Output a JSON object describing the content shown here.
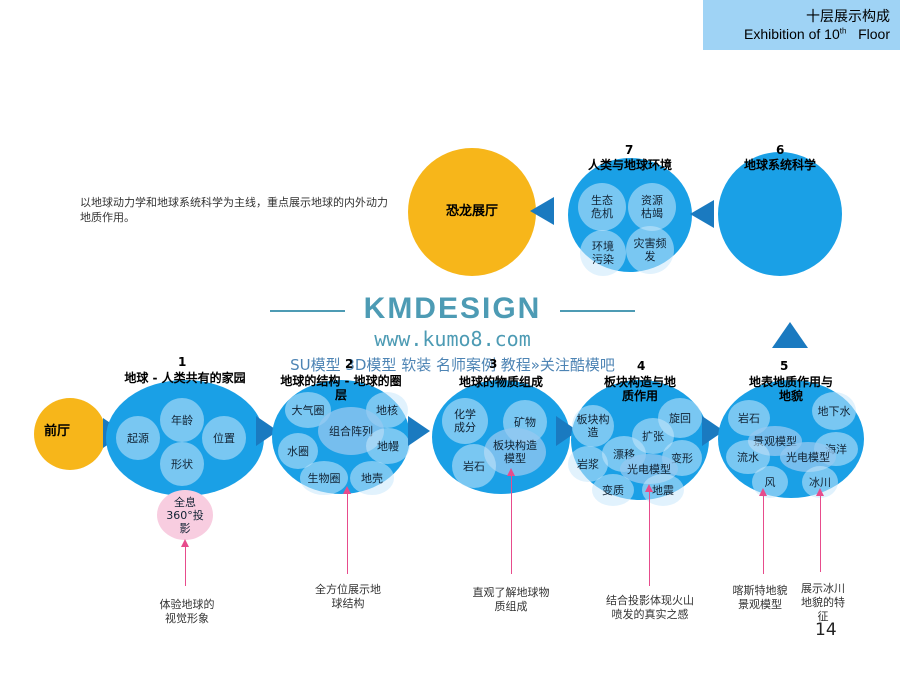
{
  "header": {
    "title_cn": "十层展示构成",
    "title_en_pre": "Exhibition of 10",
    "title_en_sup": "th",
    "title_en_post": "Floor"
  },
  "intro": "以地球动力学和地球系统科学为主线，重点展示地球的内外动力地质作用。",
  "top_row": {
    "dinosaur": "恐龙展厅",
    "n7": "7",
    "t7": "人类与地球环境",
    "b7": [
      "生态危机",
      "资源枯竭",
      "环境污染",
      "灾害频发"
    ],
    "n6": "6",
    "t6": "地球系统科学"
  },
  "watermark": {
    "line1": "KMDESIGN",
    "line2": "www.kumo8.com",
    "line3": "SU模型 3D模型 软装 名师案例 教程»关注酷模吧"
  },
  "lobby": "前厅",
  "stations": [
    {
      "num": "1",
      "title": "地球 - 人类共有的家园",
      "items": [
        "年龄",
        "起源",
        "位置",
        "形状"
      ],
      "extra": "全息360°投影",
      "note": "体验地球的视觉形象"
    },
    {
      "num": "2",
      "title": "地球的结构 - 地球的圈层",
      "items": [
        "大气圈",
        "地核",
        "组合阵列",
        "水圈",
        "地幔",
        "生物圈",
        "地壳"
      ],
      "note": "全方位展示地球结构"
    },
    {
      "num": "3",
      "title": "地球的物质组成",
      "items": [
        "化学成分",
        "矿物",
        "板块构造模型",
        "岩石"
      ],
      "note": "直观了解地球物质组成"
    },
    {
      "num": "4",
      "title": "板块构造与地质作用",
      "items": [
        "板块构造",
        "旋回",
        "扩张",
        "漂移",
        "岩浆",
        "变形",
        "光电模型",
        "变质",
        "地震"
      ],
      "note": "结合投影体现火山喷发的真实之感"
    },
    {
      "num": "5",
      "title": "地表地质作用与地貌",
      "items": [
        "岩石",
        "地下水",
        "景观模型",
        "流水",
        "海洋",
        "光电模型",
        "风",
        "冰川"
      ],
      "note1": "喀斯特地貌景观模型",
      "note2": "展示冰川地貌的特征"
    }
  ],
  "page_number": "14"
}
